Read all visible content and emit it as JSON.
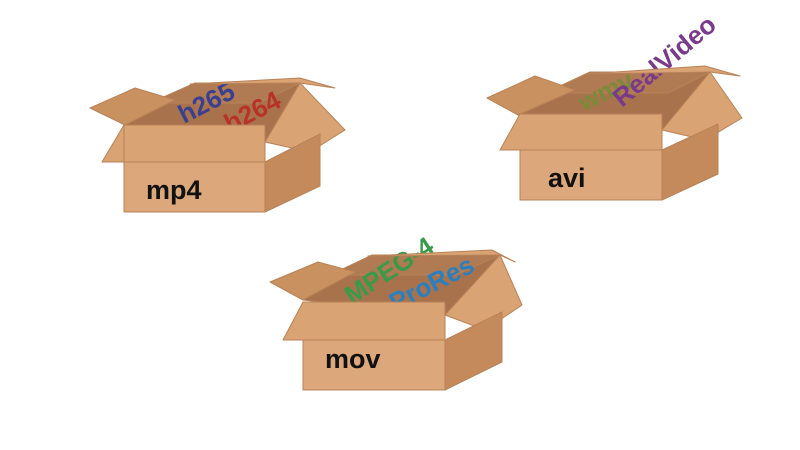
{
  "containers": [
    {
      "label": "mp4",
      "codecs": [
        {
          "text": "h265",
          "color": "#3b3f8f"
        },
        {
          "text": "h264",
          "color": "#b8322a"
        }
      ]
    },
    {
      "label": "avi",
      "codecs": [
        {
          "text": "wmv",
          "color": "#7a8a3a"
        },
        {
          "text": "RealVideo",
          "color": "#7a3a8a"
        }
      ]
    },
    {
      "label": "mov",
      "codecs": [
        {
          "text": "MPEG-4",
          "color": "#3a9a4a"
        },
        {
          "text": "ProRes",
          "color": "#2a7fc0"
        }
      ]
    }
  ],
  "colors": {
    "box_front": "#dca77a",
    "box_side": "#c48a5c",
    "box_inner_back": "#b07a52",
    "box_inner_floor": "#a8734c",
    "box_flap": "#d9a373",
    "box_flap_dark": "#c8915f",
    "outline": "#b88258"
  }
}
